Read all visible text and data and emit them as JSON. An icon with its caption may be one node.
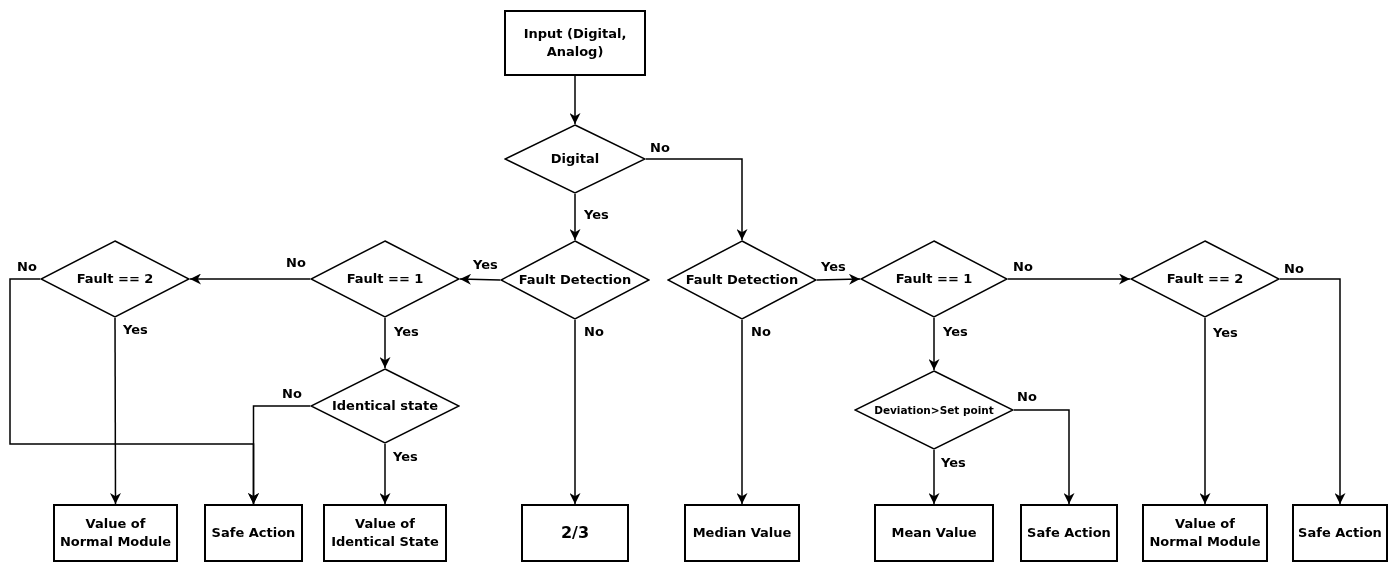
{
  "diagram": {
    "nodes": [
      {
        "text": [
          "Input (Digital, Analog)"
        ]
      },
      {
        "text": [
          "Digital"
        ]
      },
      {
        "text": [
          "Fault Detection"
        ]
      },
      {
        "text": [
          "Fault Detection"
        ]
      },
      {
        "text": [
          "Fault == 1"
        ]
      },
      {
        "text": [
          "Fault == 2"
        ]
      },
      {
        "text": [
          "Identical state"
        ]
      },
      {
        "text": [
          "Fault == 1"
        ]
      },
      {
        "text": [
          "Deviation>Set point"
        ]
      },
      {
        "text": [
          "Fault == 2"
        ]
      },
      {
        "text": [
          "Value of Normal Module"
        ]
      },
      {
        "text": [
          "Safe Action"
        ]
      },
      {
        "text": [
          "Value of Identical State"
        ]
      },
      {
        "text": [
          "2/3"
        ]
      },
      {
        "text": [
          "Median Value"
        ]
      },
      {
        "text": [
          "Mean Value"
        ]
      },
      {
        "text": [
          "Safe Action"
        ]
      },
      {
        "text": [
          "Value of Normal Module"
        ]
      },
      {
        "text": [
          "Safe Action"
        ]
      }
    ],
    "edges": [
      {
        "from": 0,
        "to": 1,
        "arrow": "to"
      },
      {
        "from": 1,
        "to": 2,
        "arrow": "to",
        "label": "Yes"
      },
      {
        "from": 1,
        "to": 3,
        "arrow": "to",
        "label": "No"
      },
      {
        "from": 2,
        "to": 4,
        "arrow": "to",
        "label": "Yes"
      },
      {
        "from": 2,
        "to": 13,
        "arrow": "to",
        "label": "No"
      },
      {
        "from": 3,
        "to": 14,
        "arrow": "to",
        "label": "No"
      },
      {
        "from": 3,
        "to": 7,
        "arrow": "to",
        "label": "Yes"
      },
      {
        "from": 4,
        "to": 5,
        "arrow": "to",
        "label": "No"
      },
      {
        "from": 4,
        "to": 6,
        "arrow": "to",
        "label": "Yes"
      },
      {
        "from": 5,
        "to": 10,
        "arrow": "to",
        "label": "Yes"
      },
      {
        "from": 5,
        "to": 11,
        "arrow": "to",
        "label": "No"
      },
      {
        "from": 6,
        "to": 11,
        "arrow": "to",
        "label": "No"
      },
      {
        "from": 6,
        "to": 12,
        "arrow": "to",
        "label": "Yes"
      },
      {
        "from": 7,
        "to": 8,
        "arrow": "to",
        "label": "Yes"
      },
      {
        "from": 7,
        "to": 9,
        "arrow": "to",
        "label": "No"
      },
      {
        "from": 8,
        "to": 15,
        "arrow": "to",
        "label": "Yes"
      },
      {
        "from": 8,
        "to": 16,
        "arrow": "to",
        "label": "No"
      },
      {
        "from": 9,
        "to": 17,
        "arrow": "to",
        "label": "Yes"
      },
      {
        "from": 9,
        "to": 18,
        "arrow": "to",
        "label": "No"
      }
    ]
  }
}
